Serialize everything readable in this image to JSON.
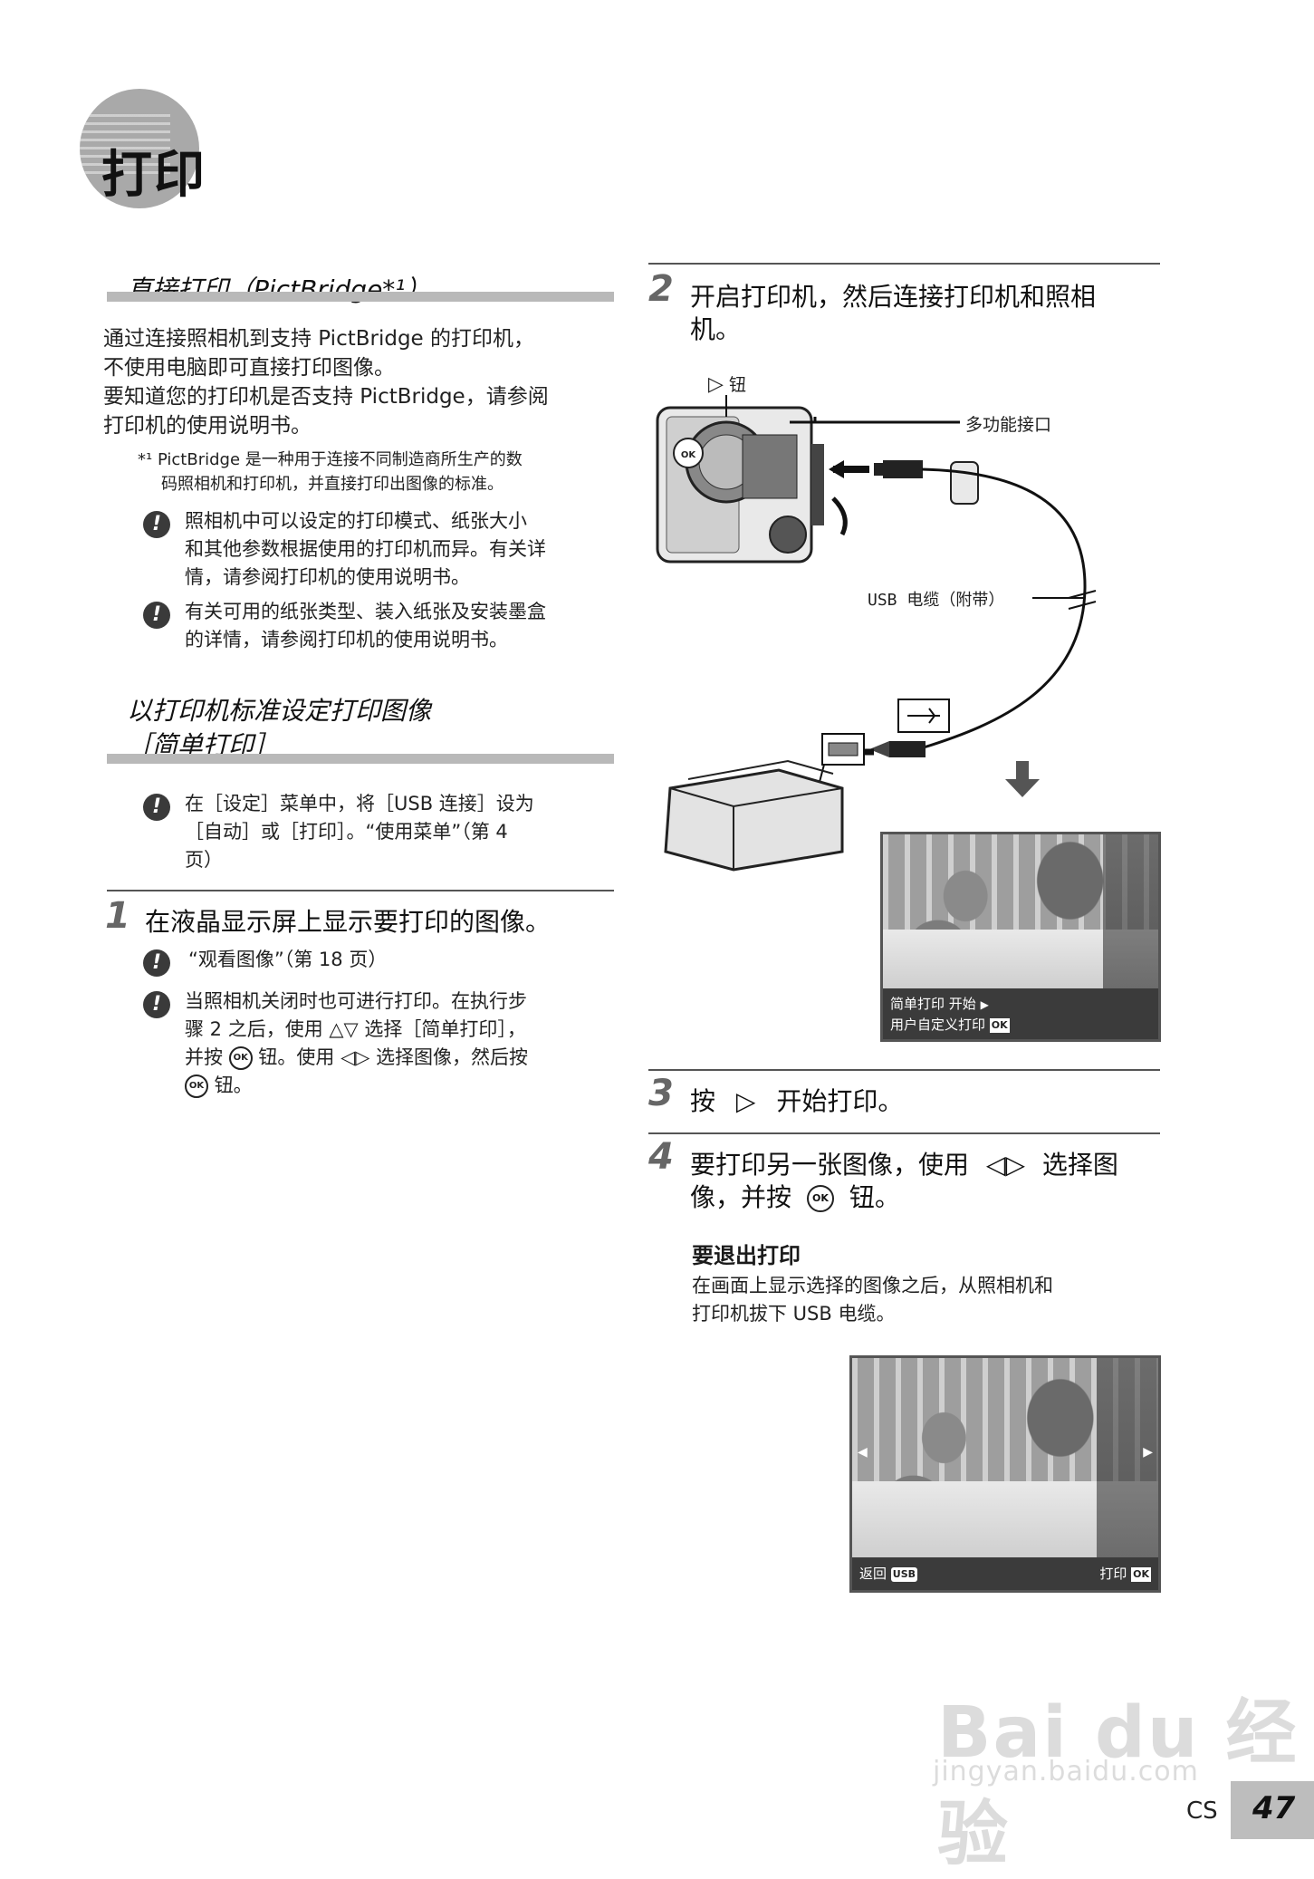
{
  "chapter": {
    "title": "打印"
  },
  "section1": {
    "title": "直接打印（PictBridge*¹）",
    "paragraph_lines": [
      "通过连接照相机到支持 PictBridge 的打印机，",
      "不使用电脑即可直接打印图像。",
      "要知道您的打印机是否支持 PictBridge，请参阅",
      "打印机的使用说明书。"
    ],
    "footnote_mark": "*¹",
    "footnote_lines": [
      "PictBridge 是一种用于连接不同制造商所生产的数",
      "码照相机和打印机，并直接打印出图像的标准。"
    ],
    "notes": [
      {
        "lines": [
          "照相机中可以设定的打印模式、纸张大小",
          "和其他参数根据使用的打印机而异。有关详",
          "情，请参阅打印机的使用说明书。"
        ]
      },
      {
        "lines": [
          "有关可用的纸张类型、装入纸张及安装墨盒",
          "的详情，请参阅打印机的使用说明书。"
        ]
      }
    ]
  },
  "section2": {
    "title_lines": [
      "以打印机标准设定打印图像",
      "［简单打印］"
    ],
    "note_lines": [
      "在［设定］菜单中，将［USB 连接］设为",
      "［自动］或［打印］。“使用菜单”（第 4",
      "页）"
    ]
  },
  "step1": {
    "number": "1",
    "text": "在液晶显示屏上显示要打印的图像。",
    "note1": "“观看图像”（第 18 页）",
    "note2_line1": "当照相机关闭时也可进行打印。在执行步",
    "note2_line2_a": "骤 2 之后，使用",
    "note2_line2_b": "选择［简单打印］，",
    "note2_line3_a": "并按",
    "note2_line3_b": "钮。使用",
    "note2_line3_c": "选择图像，然后按",
    "note2_line4": "钮。"
  },
  "step2": {
    "number": "2",
    "text_lines": [
      "开启打印机，然后连接打印机和照相",
      "机。"
    ],
    "label_button": "钮",
    "label_port": "多功能接口",
    "label_cable": "USB 电缆（附带）",
    "screen_line1": "简单打印 开始",
    "screen_line2": "用户自定义打印",
    "ok_badge": "OK"
  },
  "step3": {
    "number": "3",
    "text_a": "按",
    "text_b": "开始打印。"
  },
  "step4": {
    "number": "4",
    "line1_a": "要打印另一张图像，使用",
    "line1_b": "选择图",
    "line2_a": "像，并按",
    "line2_b": "钮。",
    "exit_title": "要退出打印",
    "exit_lines": [
      "在画面上显示选择的图像之后，从照相机和",
      "打印机拔下 USB 电缆。"
    ],
    "screen_back": "返回",
    "screen_usb": "USB",
    "screen_print": "打印",
    "ok_badge": "OK"
  },
  "icons": {
    "ok_glyph": "OK",
    "arrow_right": "▷",
    "arrows_up_down": "△▽",
    "arrows_left_right": "◁▷"
  },
  "footer": {
    "lang": "CS",
    "page": "47"
  },
  "watermark": {
    "brand": "Bai du 经验",
    "url": "jingyan.baidu.com"
  }
}
